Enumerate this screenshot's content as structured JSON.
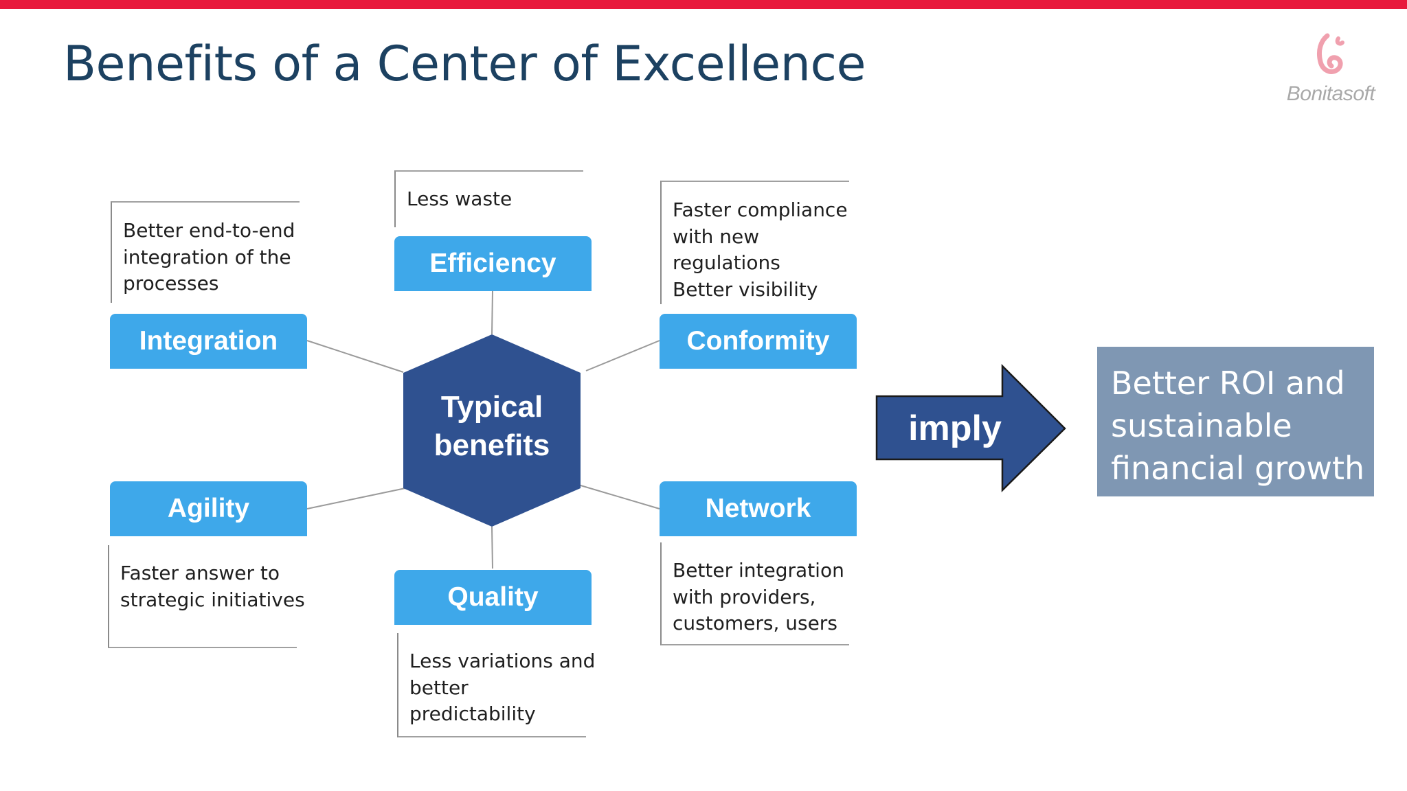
{
  "slide": {
    "title": "Benefits of a Center of Excellence",
    "accent_color": "#e8193c",
    "title_color": "#1c4161"
  },
  "logo": {
    "name": "Bonitasoft",
    "icon": "bonitasoft-swirl-icon"
  },
  "center": {
    "label_line1": "Typical",
    "label_line2": "benefits",
    "color": "#2f5190"
  },
  "categories": {
    "efficiency": {
      "label": "Efficiency",
      "note": [
        "Less waste"
      ]
    },
    "integration": {
      "label": "Integration",
      "note": [
        "Better end-to-end",
        "integration of the",
        "processes"
      ]
    },
    "conformity": {
      "label": "Conformity",
      "note": [
        "Faster compliance",
        "with new",
        "regulations",
        "Better visibility"
      ]
    },
    "agility": {
      "label": "Agility",
      "note": [
        "Faster answer to",
        "strategic initiatives"
      ]
    },
    "network": {
      "label": "Network",
      "note": [
        "Better integration",
        "with providers,",
        "customers, users"
      ]
    },
    "quality": {
      "label": "Quality",
      "note": [
        "Less variations and",
        "better",
        "predictability"
      ]
    }
  },
  "category_color": "#3ea8ea",
  "arrow": {
    "label": "imply",
    "color": "#2f5190"
  },
  "outcome": {
    "lines": [
      "Better ROI and",
      "sustainable",
      "financial growth"
    ],
    "color": "#7f97b3"
  }
}
